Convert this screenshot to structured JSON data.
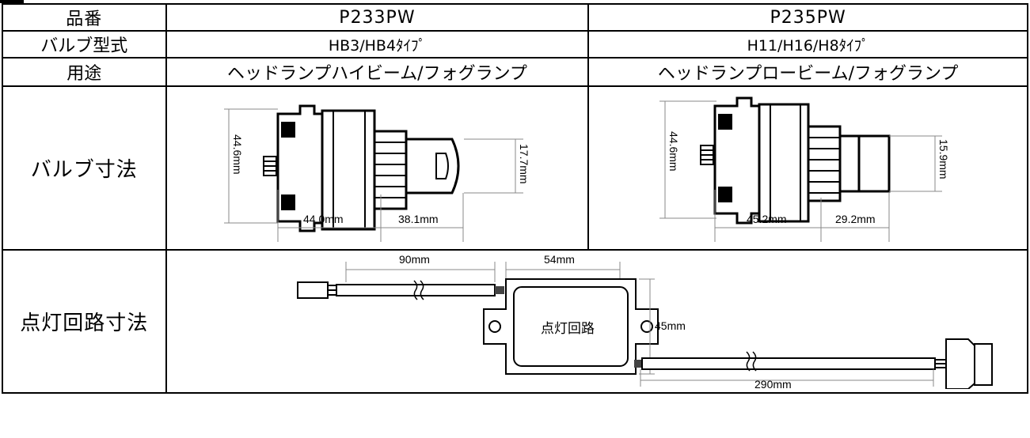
{
  "table": {
    "rows": [
      {
        "label": "品番",
        "p233": "P233PW",
        "p235": "P235PW"
      },
      {
        "label": "バルブ型式",
        "p233": "HB3/HB4ﾀｲﾌﾟ",
        "p235": "H11/H16/H8ﾀｲﾌﾟ"
      },
      {
        "label": "用途",
        "p233": "ヘッドランプハイビーム/フォグランプ",
        "p235": "ヘッドランプロービーム/フォグランプ"
      },
      {
        "label": "バルブ寸法"
      },
      {
        "label": "点灯回路寸法"
      }
    ]
  },
  "dims": {
    "p233": {
      "height": "44.6mm",
      "lens": "17.7mm",
      "base": "44.0mm",
      "tip": "38.1mm"
    },
    "p235": {
      "height": "44.6mm",
      "lens": "15.9mm",
      "base": "45.2mm",
      "tip": "29.2mm"
    }
  },
  "circuit": {
    "label": "点灯回路",
    "wire_left": "90mm",
    "box_width": "54mm",
    "box_height": "45mm",
    "wire_right": "290mm"
  }
}
